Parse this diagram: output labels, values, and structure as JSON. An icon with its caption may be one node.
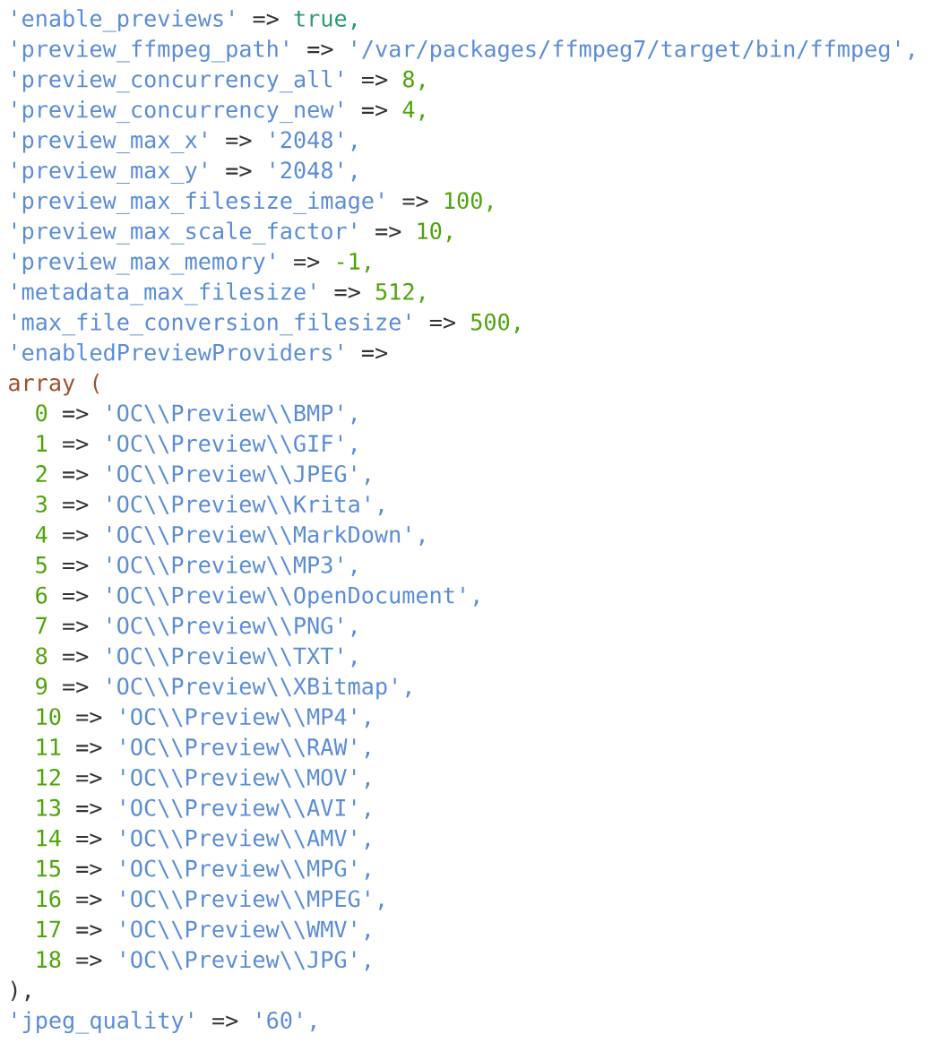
{
  "diagram": {
    "labels": [
      "'enable_previews'",
      "=>",
      "true,",
      "'preview_ffmpeg_path'",
      "=>",
      "'/var/packages/ffmpeg7/target/bin/ffmpeg',",
      "'preview_concurrency_all'",
      "=>",
      "8,",
      "'preview_concurrency_new'",
      "=>",
      "4,",
      "'preview_max_x'",
      "=>",
      "'2048',",
      "'preview_max_y'",
      "=>",
      "'2048',",
      "'preview_max_filesize_image'",
      "=>",
      "100,",
      "'preview_max_scale_factor'",
      "=>",
      "10,",
      "'preview_max_memory'",
      "=>",
      "-1,",
      "'metadata_max_filesize'",
      "=>",
      "512,",
      "'max_file_conversion_filesize'",
      "=>",
      "500,",
      "'enabledPreviewProviders'",
      "=>",
      "array (",
      "0",
      "=>",
      "'OC\\\\Preview\\\\BMP',",
      "1",
      "=>",
      "'OC\\\\Preview\\\\GIF',",
      "2",
      "=>",
      "'OC\\\\Preview\\\\JPEG',",
      "3",
      "=>",
      "'OC\\\\Preview\\\\Krita',",
      "4",
      "=>",
      "'OC\\\\Preview\\\\MarkDown',",
      "5",
      "=>",
      "'OC\\\\Preview\\\\MP3',",
      "6",
      "=>",
      "'OC\\\\Preview\\\\OpenDocument',",
      "7",
      "=>",
      "'OC\\\\Preview\\\\PNG',",
      "8",
      "=>",
      "'OC\\\\Preview\\\\TXT',",
      "9",
      "=>",
      "'OC\\\\Preview\\\\XBitmap',",
      "10",
      "=>",
      "'OC\\\\Preview\\\\MP4',",
      "11",
      "=>",
      "'OC\\\\Preview\\\\RAW',",
      "12",
      "=>",
      "'OC\\\\Preview\\\\MOV',",
      "13",
      "=>",
      "'OC\\\\Preview\\\\AVI',",
      "14",
      "=>",
      "'OC\\\\Preview\\\\AMV',",
      "15",
      "=>",
      "'OC\\\\Preview\\\\MPG',",
      "16",
      "=>",
      "'OC\\\\Preview\\\\MPEG',",
      "17",
      "=>",
      "'OC\\\\Preview\\\\WMV',",
      "18",
      "=>",
      "'OC\\\\Preview\\\\JPG',",
      "),",
      "'jpeg_quality'",
      "=>",
      "'60',"
    ]
  }
}
